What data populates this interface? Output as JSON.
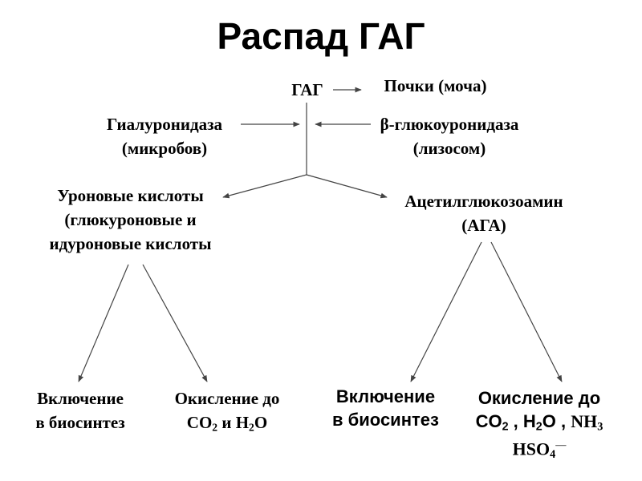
{
  "title": "Распад ГАГ",
  "nodes": {
    "gag": "ГАГ",
    "kidneys": "Почки (моча)",
    "hyaluronidase": {
      "line1": "Гиалуронидаза",
      "line2": "(микробов)"
    },
    "glucuronidase": {
      "line1": "β-глюкоуронидаза",
      "line2": "(лизосом)"
    },
    "uronic": {
      "line1": "Уроновые кислоты",
      "line2": "(глюкуроновые и",
      "line3": "идуроновые кислоты"
    },
    "aga": {
      "line1": "Ацетилглюкозоамин",
      "line2": "(АГА)"
    },
    "left_inclusion": {
      "line1": "Включение",
      "line2": "в биосинтез"
    },
    "left_oxidation": {
      "line1": "Окисление до",
      "co": "CO",
      "co_sub": "2",
      "and": " и H",
      "h_sub": "2",
      "o": "O"
    },
    "right_inclusion": {
      "line1": "Включение",
      "line2": "в биосинтез"
    },
    "right_oxidation": {
      "line1": "Окисление до",
      "co": "CO",
      "co_sub": "2",
      "sep1": " , H",
      "h_sub": "2",
      "o": "O",
      "sep2": " , ",
      "nh": "NH",
      "nh_sub": "3",
      "hso": "HSO",
      "hso_sub": "4",
      "hso_charge": "—"
    }
  }
}
